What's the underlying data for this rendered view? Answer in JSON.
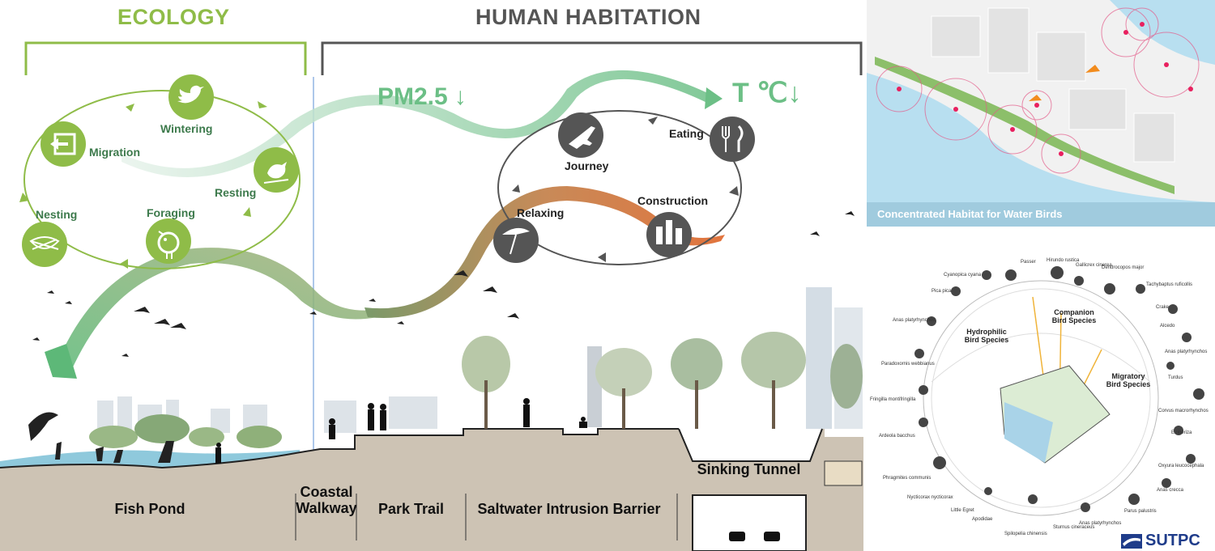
{
  "headers": {
    "ecology": "ECOLOGY",
    "human": "HUMAN HABITATION"
  },
  "indicators": {
    "pm": "PM2.5",
    "temp": "T ℃"
  },
  "ecology_cycle": [
    "Wintering",
    "Migration",
    "Resting",
    "Nesting",
    "Foraging"
  ],
  "human_cycle": [
    "Eating",
    "Journey",
    "Construction",
    "Relaxing"
  ],
  "zones": {
    "fish_pond": "Fish Pond",
    "coastal_walkway": "Coastal Walkway",
    "park_trail": "Park Trail",
    "saltwater": "Saltwater Intrusion Barrier",
    "tunnel": "Sinking Tunnel"
  },
  "habitat_panel": {
    "caption": "Concentrated Habitat for Water Birds"
  },
  "species_panel": {
    "groups": [
      "Companion Bird Species",
      "Hydrophilic Bird Species",
      "Migratory Bird Species"
    ],
    "species": [
      "Passer",
      "Hirundo rustica",
      "Gallicrex cinerea",
      "Dendrocopos major",
      "Cyanopica cyana",
      "Pica pica",
      "Tachybaptus ruficollis",
      "Crake",
      "Alcedo",
      "Anas platyrhynchos",
      "Anas platyrhynchos",
      "Turdus",
      "Paradoxornis webbianus",
      "Fringilla montifringilla",
      "Corvus macrorhynchos",
      "Emberiza",
      "Ardeola bacchus",
      "Phragmites communis",
      "Oxyura leucocephala",
      "Anas crecca",
      "Nycticorax nycticorax",
      "Little Egret",
      "Apodidae",
      "Parus palustris",
      "Spilopelia chinensis",
      "Sturnus cineraceus",
      "Anas platyrhynchos"
    ],
    "logo": "SUTPC"
  },
  "colors": {
    "eco_green": "#8fbc48",
    "human_gray": "#555555",
    "pm_green": "#6cbf86",
    "heat_orange": "#e2743d",
    "ground": "#cdc3b4"
  }
}
